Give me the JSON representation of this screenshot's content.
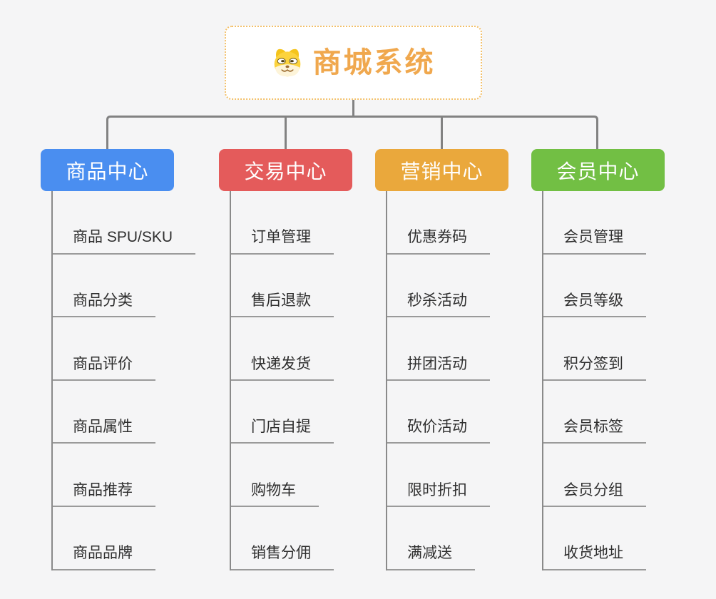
{
  "root": {
    "title": "商城系统",
    "icon": "dog-icon",
    "accent_color": "#f0a84e",
    "border_color": "#f3c06a"
  },
  "connectors": {
    "color": "#828282"
  },
  "branches": [
    {
      "label": "商品中心",
      "color": "#4a8ef0",
      "children": [
        "商品 SPU/SKU",
        "商品分类",
        "商品评价",
        "商品属性",
        "商品推荐",
        "商品品牌"
      ]
    },
    {
      "label": "交易中心",
      "color": "#e45b5b",
      "children": [
        "订单管理",
        "售后退款",
        "快递发货",
        "门店自提",
        "购物车",
        "销售分佣"
      ]
    },
    {
      "label": "营销中心",
      "color": "#eaa83c",
      "children": [
        "优惠券码",
        "秒杀活动",
        "拼团活动",
        "砍价活动",
        "限时折扣",
        "满减送"
      ]
    },
    {
      "label": "会员中心",
      "color": "#72bf44",
      "children": [
        "会员管理",
        "会员等级",
        "积分签到",
        "会员标签",
        "会员分组",
        "收货地址"
      ]
    }
  ]
}
